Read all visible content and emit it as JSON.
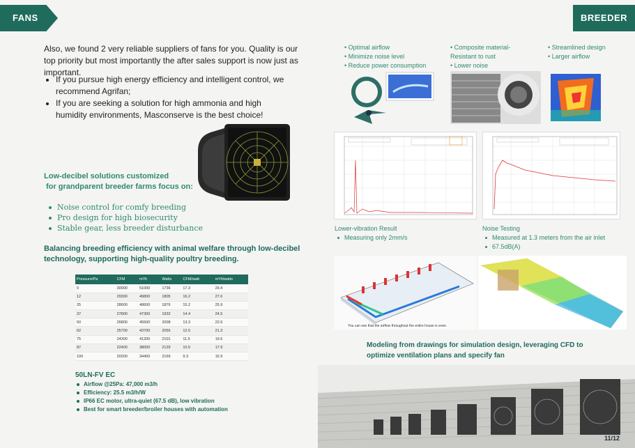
{
  "header": {
    "left_tab": "FANS",
    "right_tab": "BREEDER"
  },
  "intro": "Also, we found 2 very reliable suppliers of fans for you. Quality is our top priority but most importantly the after sales support is now just as important.",
  "recommendations": [
    "If you pursue high energy efficiency and intelligent control, we recommend Agrifan;",
    "If you are seeking a solution for high ammonia and high humidity environments, Masconserve is the best choice!"
  ],
  "low_decibel": {
    "heading_line1": "Low-decibel solutions customized",
    "heading_line2": "for grandparent breeder farms focus on:",
    "points": [
      "Noise control for comfy breeding",
      "Pro design for high biosecurity",
      "Stable gear, less breeder disturbance"
    ]
  },
  "balance_text": "Balancing breeding efficiency with animal welfare through low-decibel technology, supporting high-quality poultry breeding.",
  "spec_table": {
    "headers": [
      "Pressure/Pa",
      "CFM",
      "m³/h",
      "Watts",
      "CFM/watt",
      "m³/h/watts"
    ],
    "rows": [
      [
        "0",
        "30000",
        "51000",
        "1736",
        "17.3",
        "29.4"
      ],
      [
        "12",
        "29300",
        "49800",
        "1805",
        "16.2",
        "27.6"
      ],
      [
        "25",
        "28600",
        "48600",
        "1876",
        "15.2",
        "25.9"
      ],
      [
        "37",
        "27800",
        "47300",
        "1932",
        "14.4",
        "24.5"
      ],
      [
        "50",
        "26800",
        "45500",
        "2008",
        "13.3",
        "22.6"
      ],
      [
        "62",
        "25700",
        "43700",
        "2055",
        "12.5",
        "21.3"
      ],
      [
        "75",
        "24300",
        "41200",
        "2101",
        "11.5",
        "19.6"
      ],
      [
        "87",
        "22400",
        "38000",
        "2129",
        "10.5",
        "17.9"
      ],
      [
        "100",
        "20200",
        "34400",
        "2169",
        "9.3",
        "15.9"
      ]
    ]
  },
  "model": {
    "name": "50LN-FV EC",
    "features": [
      "Airflow @25Pa: 47,000 m3/h",
      "Efficiency: 25.5 m3/h/W",
      "IP66 EC motor, ultra-quiet (67.5 dB), low vibration",
      "Best for smart breeder/broiler houses with automation"
    ]
  },
  "features_top": {
    "col1": [
      "• Optimal airflow",
      "• Minimize noise level",
      "• Reduce power consumption"
    ],
    "col2": [
      "• Composite material-",
      "Resistant to rust",
      "• Lower noise"
    ],
    "col3": [
      "• Streamlined design",
      "• Larger airflow"
    ]
  },
  "vibration": {
    "title": "Lower-vibration Result",
    "points": [
      "Measuring only 2mm/s"
    ]
  },
  "noise": {
    "title": "Noise Testing",
    "points": [
      "Measured at 1.3 meters from the air inlet",
      "67.5dB(A)"
    ]
  },
  "cfd_note": "You can see that the airflow throughout the entire house is even.",
  "modeling_text": "Modeling from drawings for simulation design, leveraging CFD to optimize ventilation plans and specify fan",
  "page_number": "11/12",
  "colors": {
    "brand": "#1f6b5c",
    "accent": "#2e8a72"
  }
}
